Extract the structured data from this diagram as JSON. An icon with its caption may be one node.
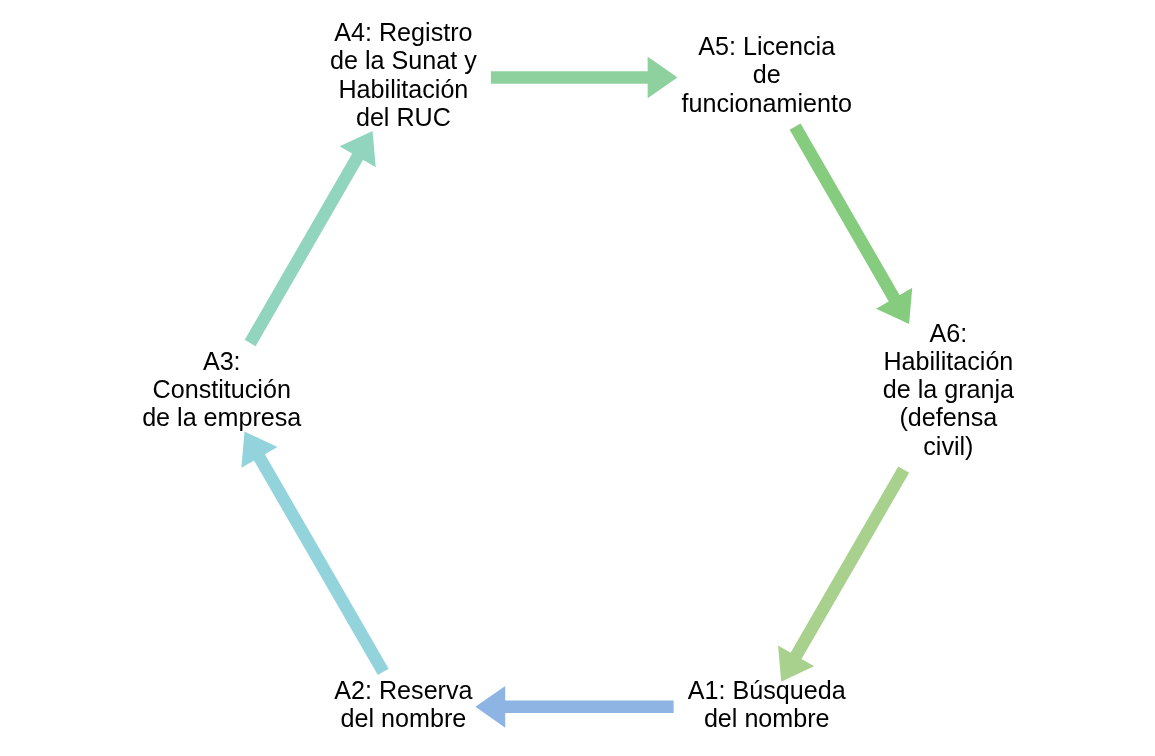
{
  "diagram": {
    "nodes": [
      {
        "text": [
          "A1: Búsqueda del nombre"
        ]
      },
      {
        "text": [
          "A2: Reserva del nombre"
        ]
      },
      {
        "text": [
          "A3: Constitución de la empresa"
        ]
      },
      {
        "text": [
          "A4: Registro de la Sunat y Habilitación del RUC"
        ]
      },
      {
        "text": [
          "A5: Licencia de funcionamiento"
        ]
      },
      {
        "text": [
          "A6: Habilitación de la granja (defensa civil)"
        ]
      }
    ],
    "edges": [
      {
        "from": 0,
        "to": 1,
        "arrow": "to",
        "color": "#8eb4e3"
      },
      {
        "from": 1,
        "to": 2,
        "arrow": "to",
        "color": "#93d3dc"
      },
      {
        "from": 2,
        "to": 3,
        "arrow": "to",
        "color": "#92d5be"
      },
      {
        "from": 3,
        "to": 4,
        "arrow": "to",
        "color": "#8fd19e"
      },
      {
        "from": 4,
        "to": 5,
        "arrow": "to",
        "color": "#86cc7f"
      },
      {
        "from": 5,
        "to": 0,
        "arrow": "to",
        "color": "#a9d18e"
      }
    ]
  }
}
